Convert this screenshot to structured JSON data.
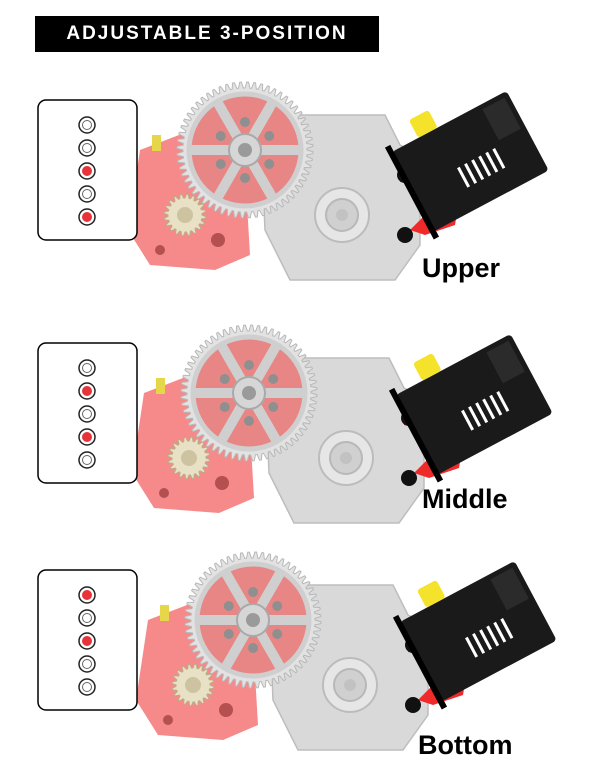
{
  "title": "ADJUSTABLE 3-POSITION",
  "colors": {
    "accent_red": "#ee2a2a",
    "hole_red": "#e8333a",
    "housing_gray": "#d9d9d9",
    "motor_black": "#1a1a1a",
    "pinion_cream": "#e9e1c6",
    "badge_yellow": "#f5e22a"
  },
  "positions": [
    {
      "label": "Upper",
      "holes": [
        false,
        false,
        true,
        false,
        true
      ]
    },
    {
      "label": "Middle",
      "holes": [
        false,
        true,
        false,
        true,
        false
      ]
    },
    {
      "label": "Bottom",
      "holes": [
        true,
        false,
        true,
        false,
        false
      ]
    }
  ]
}
